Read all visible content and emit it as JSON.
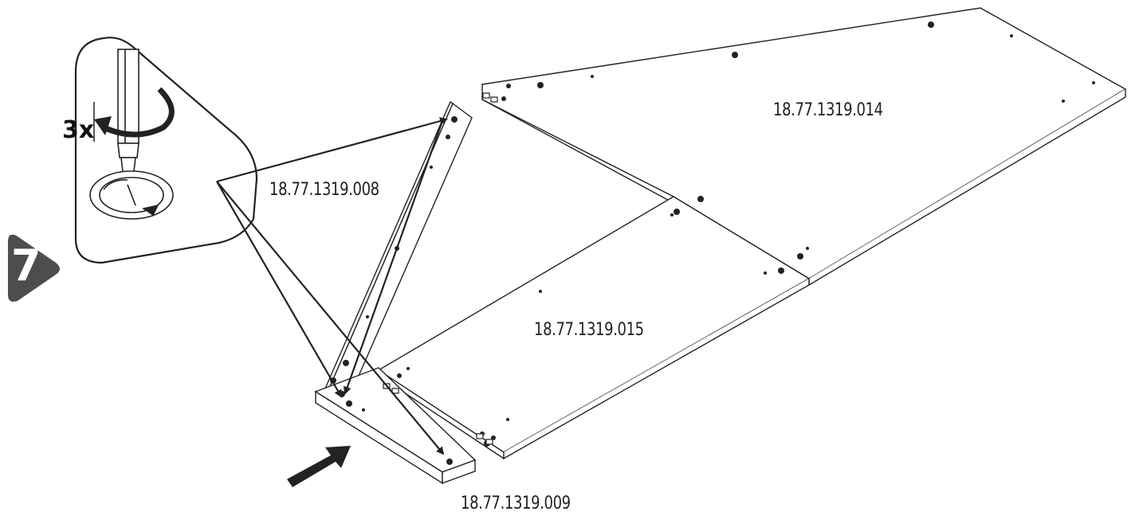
{
  "step": {
    "number": "7",
    "badge_color": "#4d4d4d"
  },
  "detail": {
    "multiplier": "3x",
    "tool": "screwdriver",
    "action": "cam-lock-tighten"
  },
  "parts": [
    {
      "id": "top_panel",
      "code": "18.77.1319.014"
    },
    {
      "id": "middle_panel",
      "code": "18.77.1319.015"
    },
    {
      "id": "side_rail",
      "code": "18.77.1319.008"
    },
    {
      "id": "front_rail",
      "code": "18.77.1319.009"
    }
  ]
}
